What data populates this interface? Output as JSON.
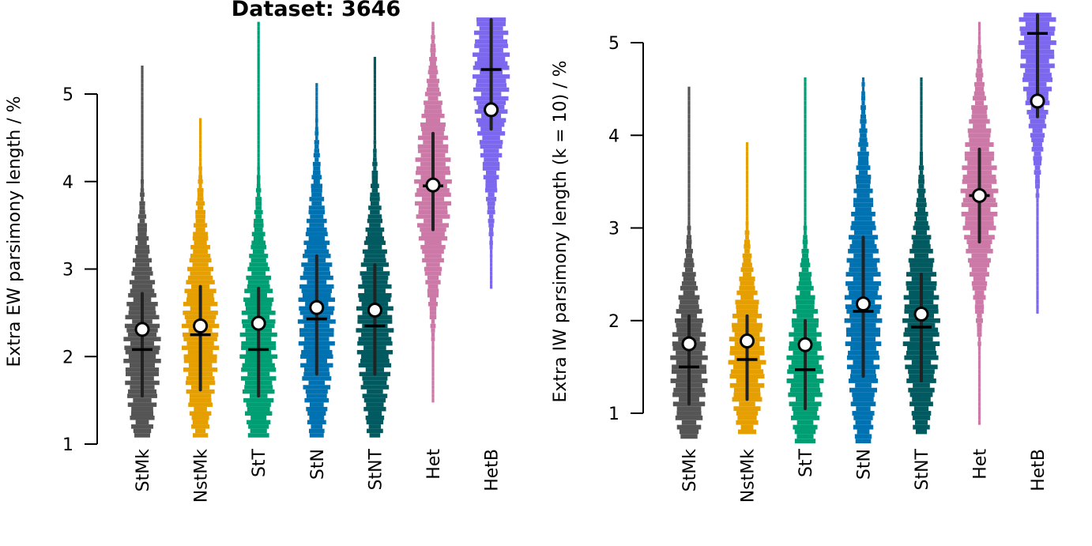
{
  "chart_data": [
    {
      "type": "violin",
      "title": "Dataset: 3646",
      "xlabel": "",
      "ylabel": "Extra EW parsimony length / %",
      "ylim": [
        1,
        5
      ],
      "yticks": [
        1,
        2,
        3,
        4,
        5
      ],
      "categories": [
        "StMk",
        "NstMk",
        "StT",
        "StN",
        "StNT",
        "Het",
        "HetB"
      ],
      "colors": [
        "#555555",
        "#E69F00",
        "#009E73",
        "#0072B2",
        "#005A5F",
        "#CC79A7",
        "#7B68EE"
      ],
      "series": [
        {
          "values": {
            "min": 1.1,
            "max": 5.3,
            "q1": 1.55,
            "q3": 2.72,
            "median": 2.08,
            "mean": 2.31
          }
        },
        {
          "values": {
            "min": 1.1,
            "max": 4.7,
            "q1": 1.62,
            "q3": 2.8,
            "median": 2.25,
            "mean": 2.35
          }
        },
        {
          "values": {
            "min": 1.1,
            "max": 5.8,
            "q1": 1.55,
            "q3": 2.78,
            "median": 2.08,
            "mean": 2.38
          }
        },
        {
          "values": {
            "min": 1.1,
            "max": 5.1,
            "q1": 1.8,
            "q3": 3.15,
            "median": 2.43,
            "mean": 2.56
          }
        },
        {
          "values": {
            "min": 1.1,
            "max": 5.4,
            "q1": 1.8,
            "q3": 3.05,
            "median": 2.35,
            "mean": 2.53
          }
        },
        {
          "values": {
            "min": 1.5,
            "max": 5.8,
            "q1": 3.45,
            "q3": 4.55,
            "median": 3.95,
            "mean": 3.96
          }
        },
        {
          "values": {
            "min": 2.8,
            "max": 5.85,
            "q1": 4.6,
            "q3": 5.85,
            "median": 5.28,
            "mean": 4.82
          }
        }
      ]
    },
    {
      "type": "violin",
      "title": "",
      "xlabel": "",
      "ylabel": "Extra IW parsimony length (k = 10) / %",
      "ylim": [
        1,
        5
      ],
      "yticks": [
        1,
        2,
        3,
        4,
        5
      ],
      "categories": [
        "StMk",
        "NstMk",
        "StT",
        "StN",
        "StNT",
        "Het",
        "HetB"
      ],
      "colors": [
        "#555555",
        "#E69F00",
        "#009E73",
        "#0072B2",
        "#005A5F",
        "#CC79A7",
        "#7B68EE"
      ],
      "series": [
        {
          "values": {
            "min": 0.75,
            "max": 4.5,
            "q1": 1.1,
            "q3": 2.05,
            "median": 1.5,
            "mean": 1.75
          }
        },
        {
          "values": {
            "min": 0.8,
            "max": 3.9,
            "q1": 1.15,
            "q3": 2.05,
            "median": 1.58,
            "mean": 1.78
          }
        },
        {
          "values": {
            "min": 0.7,
            "max": 4.6,
            "q1": 1.05,
            "q3": 2.0,
            "median": 1.47,
            "mean": 1.74
          }
        },
        {
          "values": {
            "min": 0.7,
            "max": 4.6,
            "q1": 1.4,
            "q3": 2.9,
            "median": 2.1,
            "mean": 2.18
          }
        },
        {
          "values": {
            "min": 0.8,
            "max": 4.6,
            "q1": 1.35,
            "q3": 2.5,
            "median": 1.93,
            "mean": 2.07
          }
        },
        {
          "values": {
            "min": 0.9,
            "max": 5.2,
            "q1": 2.85,
            "q3": 3.85,
            "median": 3.35,
            "mean": 3.35
          }
        },
        {
          "values": {
            "min": 2.1,
            "max": 5.3,
            "q1": 4.2,
            "q3": 5.3,
            "median": 5.1,
            "mean": 4.37
          }
        }
      ]
    }
  ]
}
